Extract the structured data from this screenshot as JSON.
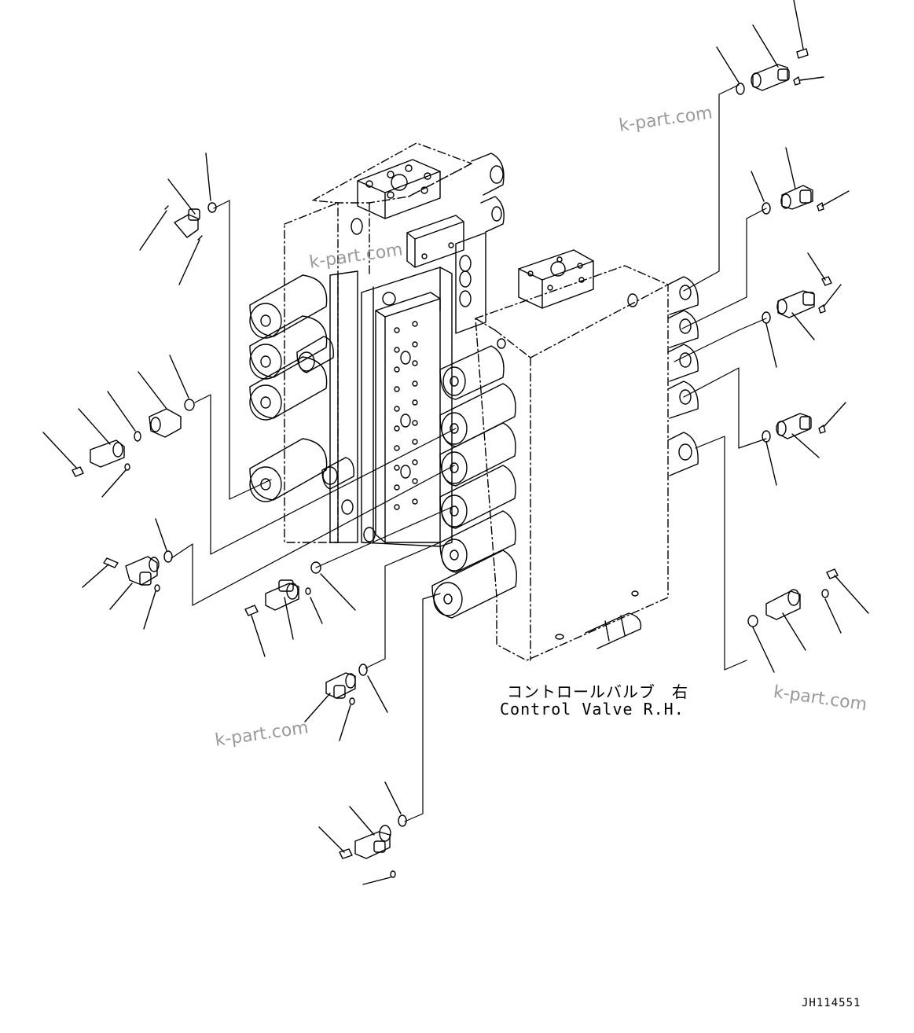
{
  "diagram": {
    "caption_jp": "コントロールバルブ　右",
    "caption_en": "Control Valve R.H.",
    "drawing_code": "JH114551",
    "watermarks": [
      "k-part.com",
      "k-part.com",
      "k-part.com",
      "k-part.com"
    ]
  },
  "colors": {
    "line": "#000000",
    "watermark": "#9a9a9a",
    "background": "#ffffff"
  }
}
